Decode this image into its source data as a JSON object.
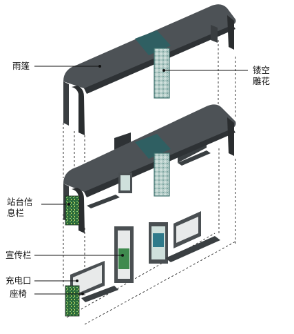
{
  "labels": {
    "canopy": "雨篷",
    "hollow_carving": [
      "镂空",
      "雕花"
    ],
    "station_info": [
      "站台信",
      "息栏"
    ],
    "promo_panel": "宣传栏",
    "charging_port": "充电口",
    "seat": "座椅"
  },
  "colors": {
    "roof_top": "#4d5256",
    "roof_side": "#2e3235",
    "roof_dark": "#232628",
    "teal_panel": "#2f5f62",
    "teal_light": "#b9d3cf",
    "bench": "#3a3f42",
    "screen_frame": "#4a4f52",
    "screen_fill": "#e8eaea",
    "green_board": "#2c6b3a",
    "line": "#111111"
  }
}
